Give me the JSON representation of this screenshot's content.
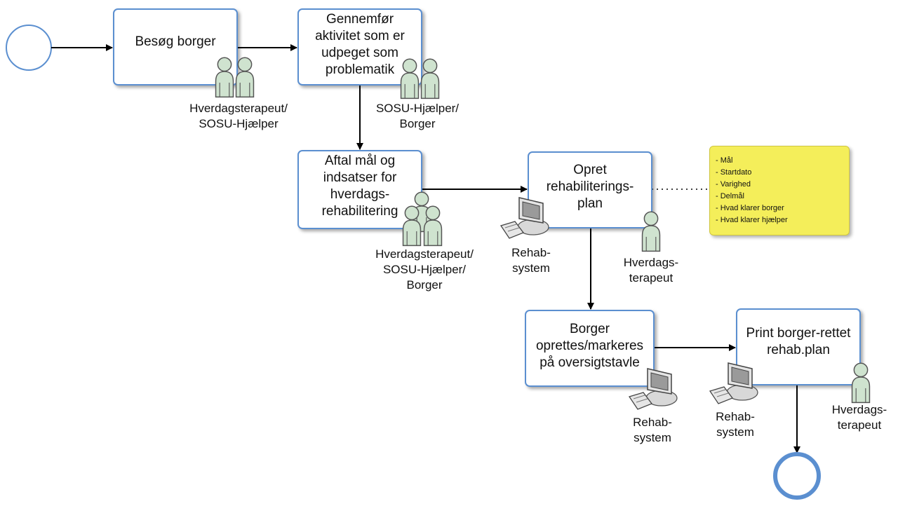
{
  "diagram": {
    "tasks": {
      "besog": "Besøg borger",
      "gennemfor": "Gennemfør\naktivitet som er\nudpeget som\nproblematik",
      "aftal": "Aftal mål og\nindsatser for\nhverdags-\nrehabilitering",
      "opret": "Opret\nrehabiliterings-\nplan",
      "borger": "Borger\noprettes/markeres\npå oversigtstavle",
      "print": "Print borger-rettet\nrehab.plan"
    },
    "actors": {
      "besog": "Hverdagsterapeut/\nSOSU-Hjælper",
      "gennemfor": "SOSU-Hjælper/\nBorger",
      "aftal": "Hverdagsterapeut/\nSOSU-Hjælper/\nBorger",
      "opret_system": "Rehab-\nsystem",
      "opret_person": "Hverdags-\nterapeut",
      "borger_system": "Rehab-\nsystem",
      "print_system": "Rehab-\nsystem",
      "print_person": "Hverdags-\nterapeut"
    },
    "note_items": [
      "- Mål",
      "- Startdato",
      "- Varighed",
      "- Delmål",
      "- Hvad klarer borger",
      "- Hvad klarer hjælper"
    ],
    "colors": {
      "task_border": "#5b8fd0",
      "event_border": "#5b8fd0",
      "note_fill": "#f4ee5a",
      "person_fill": "#cfe3cf"
    }
  }
}
